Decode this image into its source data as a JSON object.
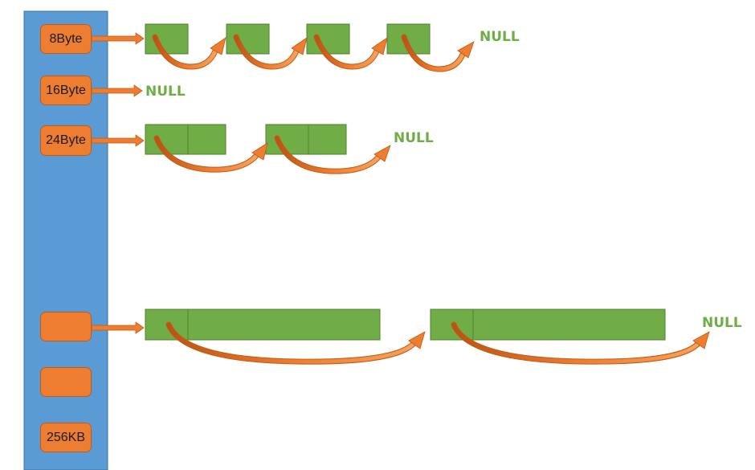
{
  "diagram": {
    "colors": {
      "table": "#5b9bd5",
      "bucket": "#ed7d31",
      "block": "#70ad47",
      "arrow": "#ed7d31",
      "null_text": "#70ad47"
    },
    "buckets": [
      {
        "label": "8Byte"
      },
      {
        "label": "16Byte"
      },
      {
        "label": "24Byte"
      },
      {
        "label": ""
      },
      {
        "label": ""
      },
      {
        "label": "256KB"
      }
    ],
    "null_label": "NULL"
  }
}
